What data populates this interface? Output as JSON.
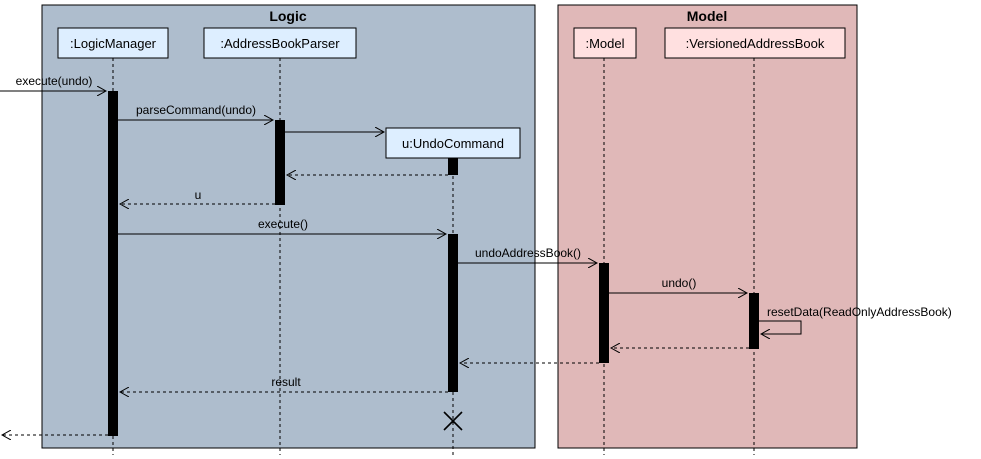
{
  "frames": {
    "logic": {
      "title": "Logic",
      "fill": "#aebdcd"
    },
    "model": {
      "title": "Model",
      "fill": "#e0b8b8"
    }
  },
  "participants": {
    "logic_manager": ":LogicManager",
    "parser": ":AddressBookParser",
    "undo_command": "u:UndoCommand",
    "model": ":Model",
    "versioned_ab": ":VersionedAddressBook"
  },
  "colors": {
    "participant_fill": "#ddeeff",
    "participant_fill_model": "#ffe0e0"
  },
  "messages": {
    "execute_undo": "execute(undo)",
    "parse_command": "parseCommand(undo)",
    "return_u": "u",
    "execute": "execute()",
    "undo_address_book": "undoAddressBook()",
    "undo": "undo()",
    "reset_data": "resetData(ReadOnlyAddressBook)",
    "result": "result"
  }
}
